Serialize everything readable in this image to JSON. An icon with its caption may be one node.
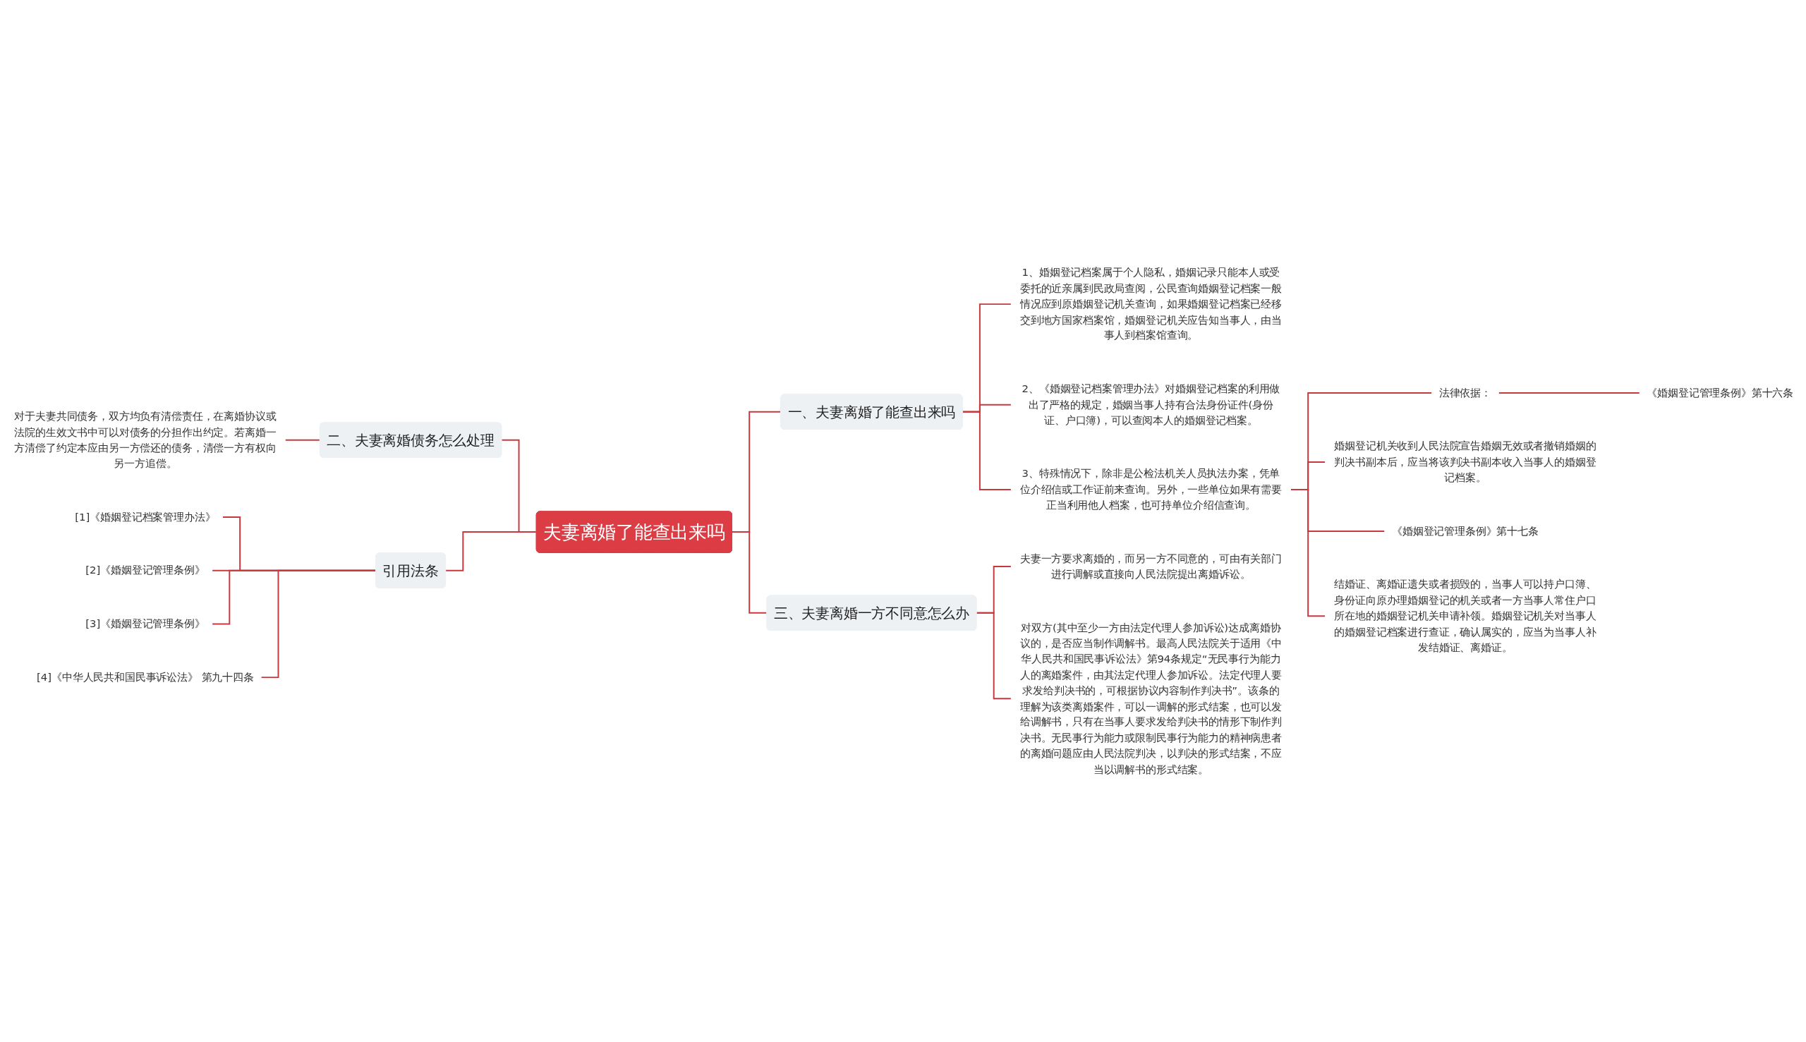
{
  "diagram": {
    "nodes": [
      {
        "text": [
          "夫妻离婚了能查出来吗"
        ]
      },
      {
        "text": [
          "一、夫妻离婚了能查出来吗"
        ]
      },
      {
        "text": [
          "1、婚姻登记档案属于个人隐私，婚姻记录只能本人或受委托的近亲属到民政局查阅，公民查询婚姻登记档案一般情况应到原婚姻登记机关查询，如果婚姻登记档案已经移交到地方国家档案馆，婚姻登记机关应告知当事人，由当事人到档案馆查询。"
        ]
      },
      {
        "text": [
          "2、《婚姻登记档案管理办法》对婚姻登记档案的利用做出了严格的规定，婚姻当事人持有合法身份证件(身份证、户口簿)，可以查阅本人的婚姻登记档案。"
        ]
      },
      {
        "text": [
          "3、特殊情况下，除非是公检法机关人员执法办案，凭单位介绍信或工作证前来查询。另外，一些单位如果有需要正当利用他人档案，也可持单位介绍信查询。"
        ]
      },
      {
        "text": [
          "法律依据："
        ]
      },
      {
        "text": [
          "《婚姻登记管理条例》第十六条"
        ]
      },
      {
        "text": [
          "婚姻登记机关收到人民法院宣告婚姻无效或者撤销婚姻的判决书副本后，应当将该判决书副本收入当事人的婚姻登记档案。"
        ]
      },
      {
        "text": [
          "《婚姻登记管理条例》第十七条"
        ]
      },
      {
        "text": [
          "结婚证、离婚证遗失或者损毁的，当事人可以持户口簿、身份证向原办理婚姻登记的机关或者一方当事人常住户口所在地的婚姻登记机关申请补领。婚姻登记机关对当事人的婚姻登记档案进行查证，确认属实的，应当为当事人补发结婚证、离婚证。"
        ]
      },
      {
        "text": [
          "三、夫妻离婚一方不同意怎么办"
        ]
      },
      {
        "text": [
          "夫妻一方要求离婚的，而另一方不同意的，可由有关部门进行调解或直接向人民法院提出离婚诉讼。"
        ]
      },
      {
        "text": [
          "对双方(其中至少一方由法定代理人参加诉讼)达成离婚协议的，是否应当制作调解书。最高人民法院关于适用《中华人民共和国民事诉讼法》第94条规定“无民事行为能力人的离婚案件，由其法定代理人参加诉讼。法定代理人要求发给判决书的，可根据协议内容制作判决书”。该条的理解为该类离婚案件，可以一调解的形式结案，也可以发给调解书，只有在当事人要求发给判决书的情形下制作判决书。无民事行为能力或限制民事行为能力的精神病患者的离婚问题应由人民法院判决，以判决的形式结案，不应当以调解书的形式结案。"
        ]
      },
      {
        "text": [
          "二、夫妻离婚债务怎么处理"
        ]
      },
      {
        "text": [
          "对于夫妻共同债务，双方均负有清偿责任，在离婚协议或法院的生效文书中可以对债务的分担作出约定。若离婚一方清偿了约定本应由另一方偿还的债务，清偿一方有权向另一方追偿。"
        ]
      },
      {
        "text": [
          "引用法条"
        ]
      },
      {
        "text": [
          "[1]《婚姻登记档案管理办法》"
        ]
      },
      {
        "text": [
          "[2]《婚姻登记管理条例》"
        ]
      },
      {
        "text": [
          "[3]《婚姻登记管理条例》"
        ]
      },
      {
        "text": [
          "[4]《中华人民共和国民事诉讼法》 第九十四条"
        ]
      }
    ],
    "edges": [
      {
        "from": 0,
        "to": 1,
        "arrow": "none"
      },
      {
        "from": 1,
        "to": 2,
        "arrow": "none"
      },
      {
        "from": 1,
        "to": 3,
        "arrow": "none"
      },
      {
        "from": 1,
        "to": 4,
        "arrow": "none"
      },
      {
        "from": 4,
        "to": 5,
        "arrow": "none"
      },
      {
        "from": 5,
        "to": 6,
        "arrow": "none"
      },
      {
        "from": 4,
        "to": 7,
        "arrow": "none"
      },
      {
        "from": 4,
        "to": 8,
        "arrow": "none"
      },
      {
        "from": 4,
        "to": 9,
        "arrow": "none"
      },
      {
        "from": 0,
        "to": 10,
        "arrow": "none"
      },
      {
        "from": 10,
        "to": 11,
        "arrow": "none"
      },
      {
        "from": 10,
        "to": 12,
        "arrow": "none"
      },
      {
        "from": 0,
        "to": 13,
        "arrow": "none"
      },
      {
        "from": 13,
        "to": 14,
        "arrow": "none"
      },
      {
        "from": 0,
        "to": 15,
        "arrow": "none"
      },
      {
        "from": 15,
        "to": 16,
        "arrow": "none"
      },
      {
        "from": 15,
        "to": 17,
        "arrow": "none"
      },
      {
        "from": 15,
        "to": 18,
        "arrow": "none"
      },
      {
        "from": 15,
        "to": 19,
        "arrow": "none"
      }
    ]
  }
}
